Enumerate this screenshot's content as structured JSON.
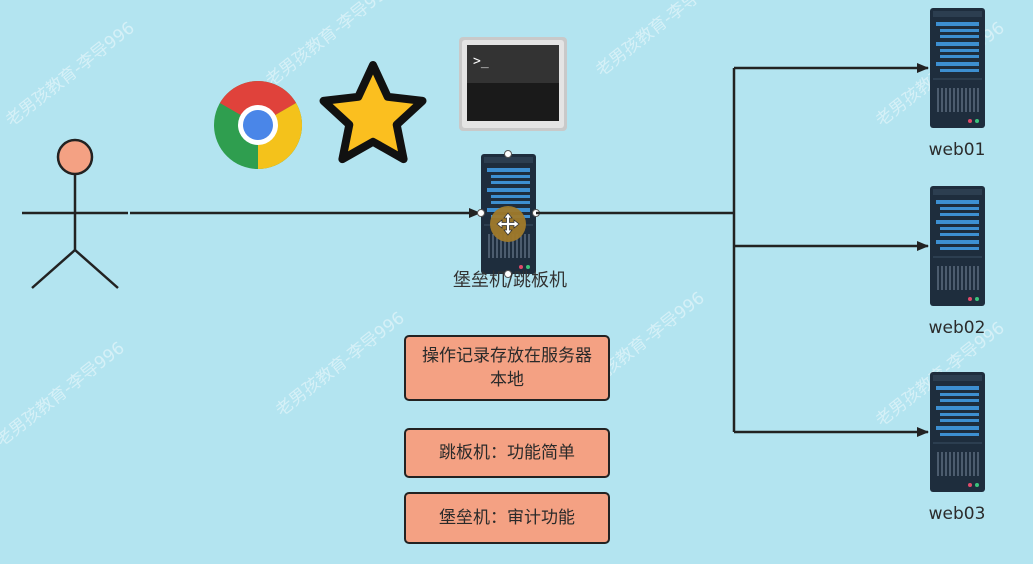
{
  "diagram": {
    "main_server_label": "堡垒机/跳板机",
    "servers": [
      {
        "label": "web01"
      },
      {
        "label": "web02"
      },
      {
        "label": "web03"
      }
    ],
    "notes": [
      {
        "text": "操作记录存放在服务器本地"
      },
      {
        "text": "跳板机：功能简单"
      },
      {
        "text": "堡垒机：审计功能"
      }
    ],
    "terminal_prompt": ">_",
    "watermark": "老男孩教育-李导996"
  },
  "colors": {
    "background": "#b3e4f0",
    "person_head": "#f4a183",
    "note_fill": "#f4a183",
    "server_body": "#1e2d3d",
    "server_accent": "#3d8fd1",
    "star": "#fbbf1f",
    "move_handle": "#a07a2a"
  }
}
